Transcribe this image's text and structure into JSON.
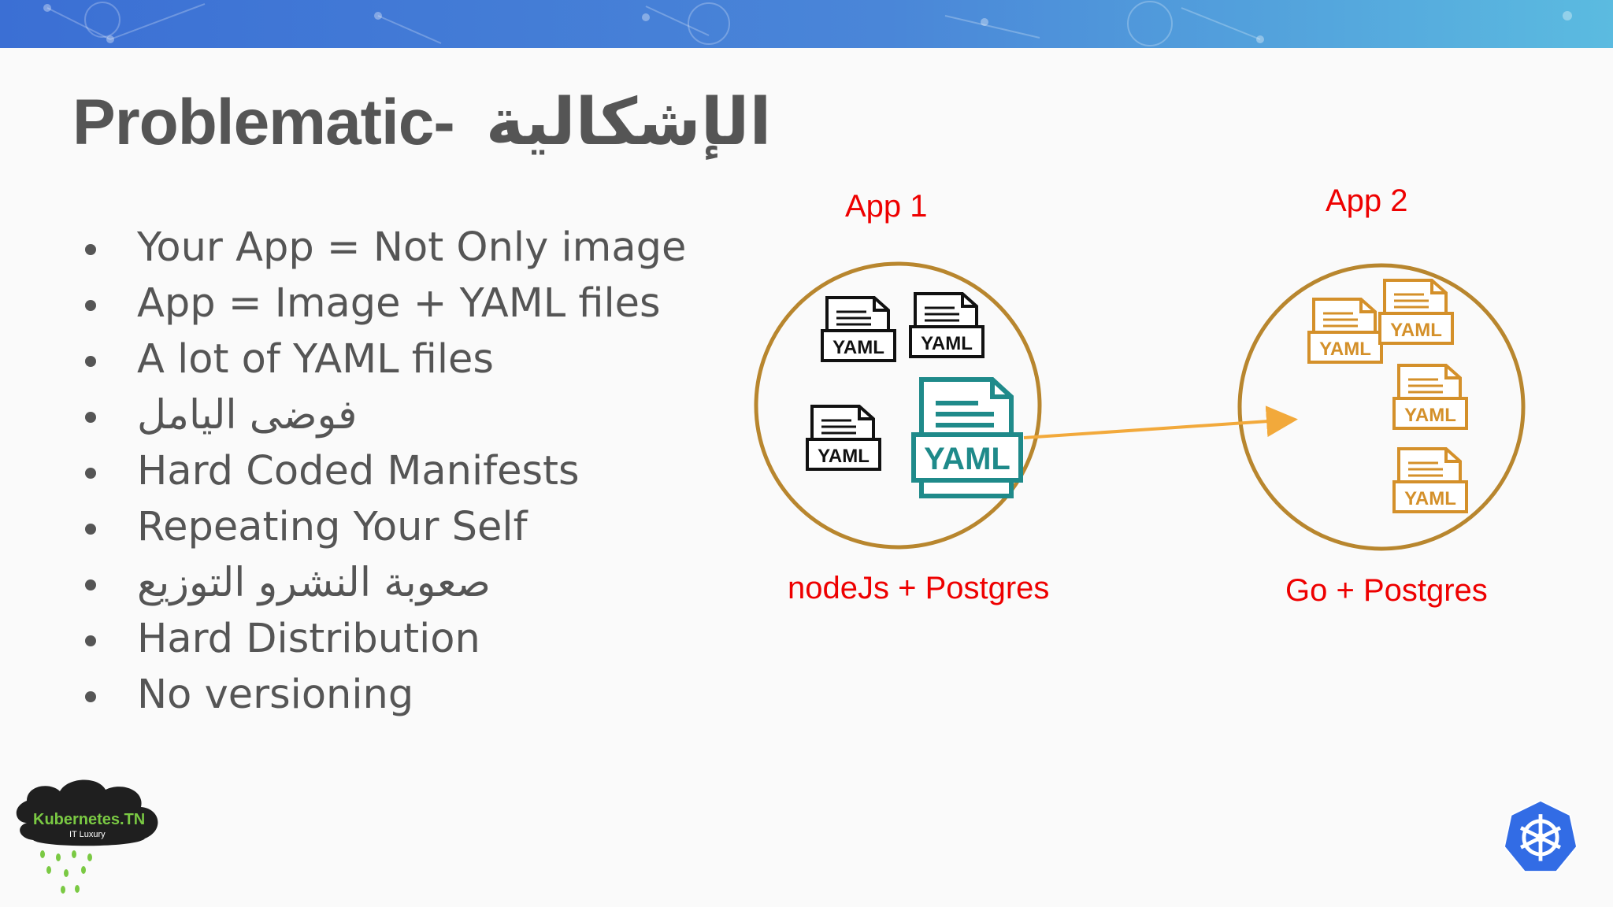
{
  "slide": {
    "title_en": "Problematic-",
    "title_ar": "الإشكالية",
    "bullets": [
      "Your App = Not Only image",
      "App = Image + YAML files",
      "A lot of YAML files",
      "فوضى اليامل",
      "Hard Coded Manifests",
      "Repeating Your Self",
      "صعوبة النشرو التوزيع",
      "Hard Distribution",
      "No versioning"
    ]
  },
  "diagram": {
    "app1": {
      "label": "App 1",
      "caption": "nodeJs + Postgres"
    },
    "app2": {
      "label": "App 2",
      "caption": "Go + Postgres"
    },
    "yaml_text": "YAML",
    "colors": {
      "circle": "#b8862e",
      "arrow": "#f2a93b",
      "label": "#e00000",
      "teal": "#1f8a8a",
      "orange_doc": "#d4902a"
    }
  },
  "logos": {
    "left_title": "Kubernetes.TN",
    "left_subtitle": "IT Luxury",
    "right_icon": "kubernetes-helm-wheel-icon"
  }
}
